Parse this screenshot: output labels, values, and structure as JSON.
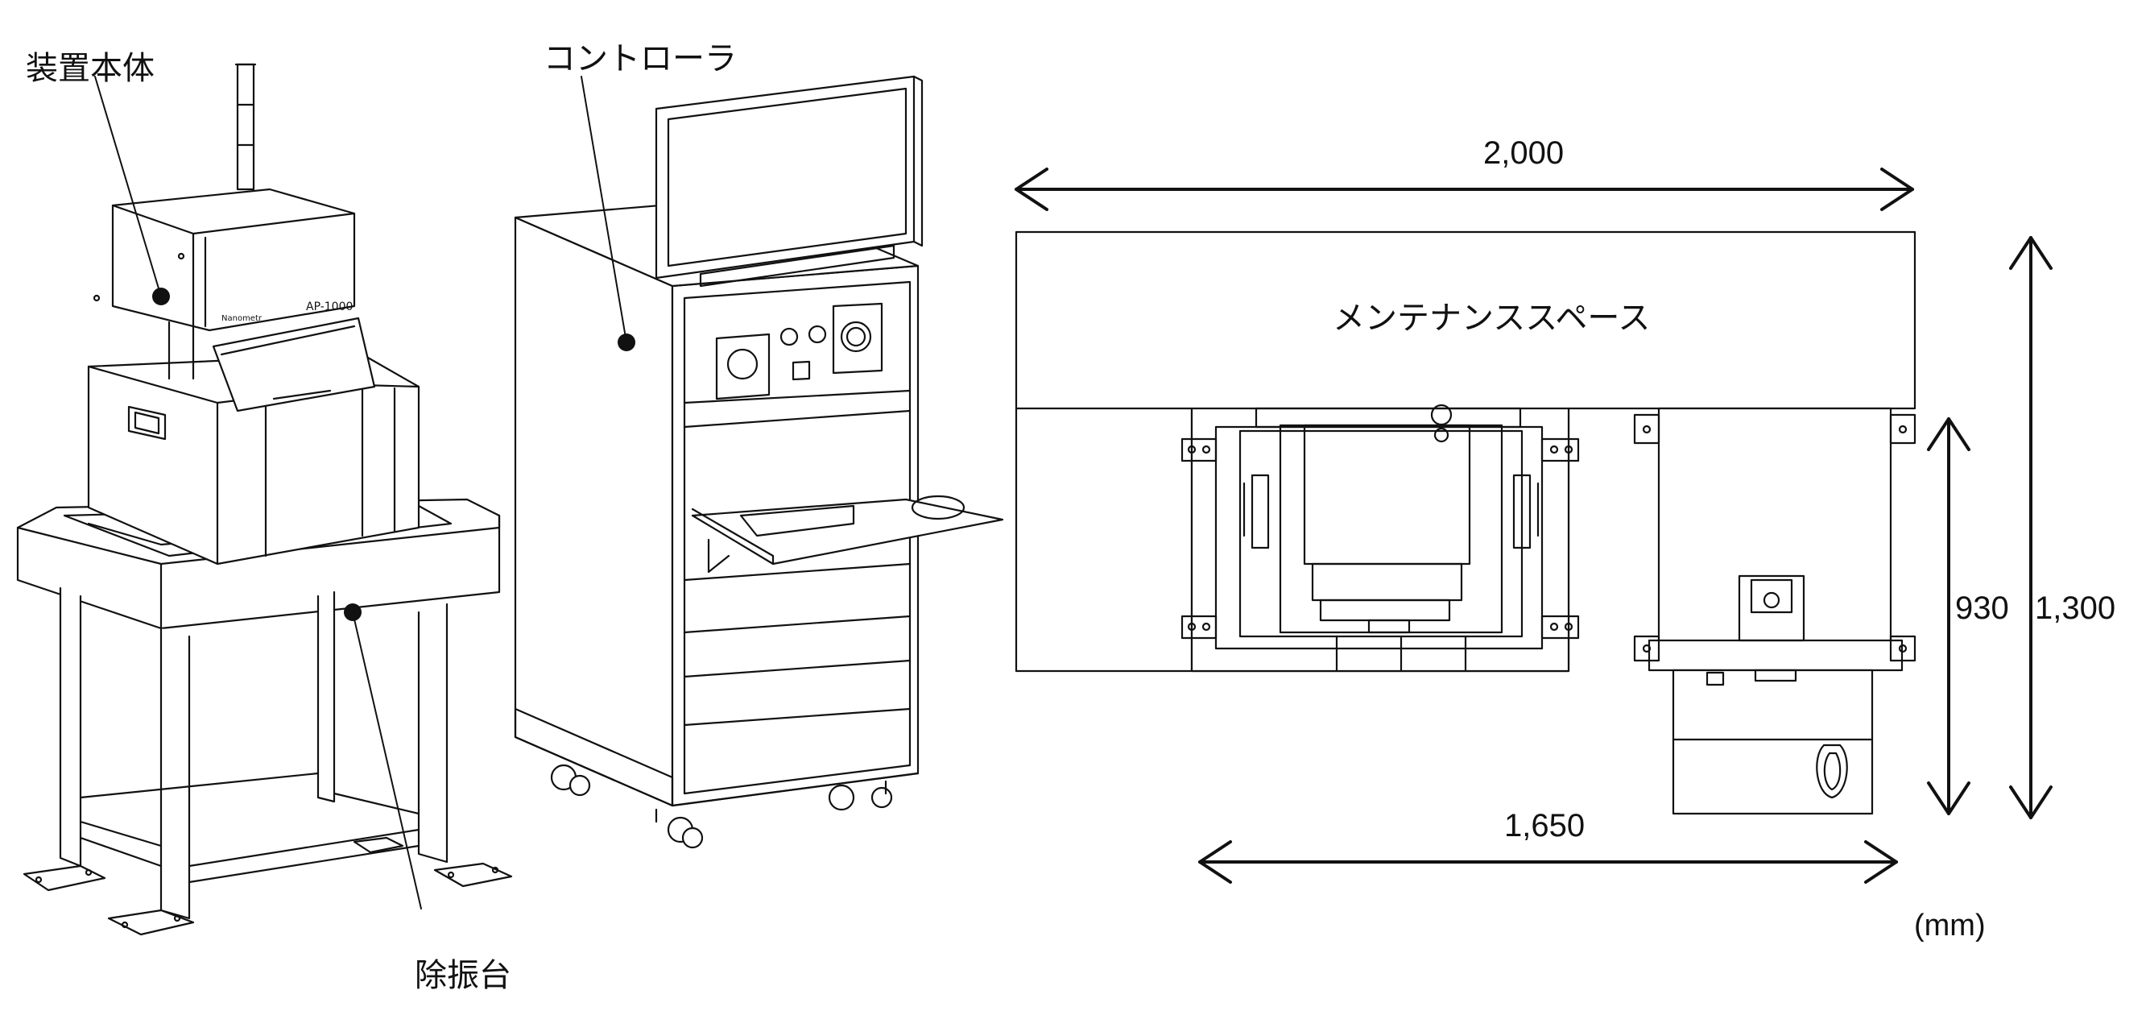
{
  "labels": {
    "main_unit": "装置本体",
    "controller": "コントローラ",
    "isolation_table": "除振台",
    "maintenance_space": "メンテナンススペース"
  },
  "dimensions": {
    "width_total": "2,000",
    "width_units": "1,650",
    "depth_units": "930",
    "depth_total": "1,300",
    "unit": "(mm)"
  },
  "colors": {
    "line": "#111111",
    "fill": "#ffffff"
  }
}
